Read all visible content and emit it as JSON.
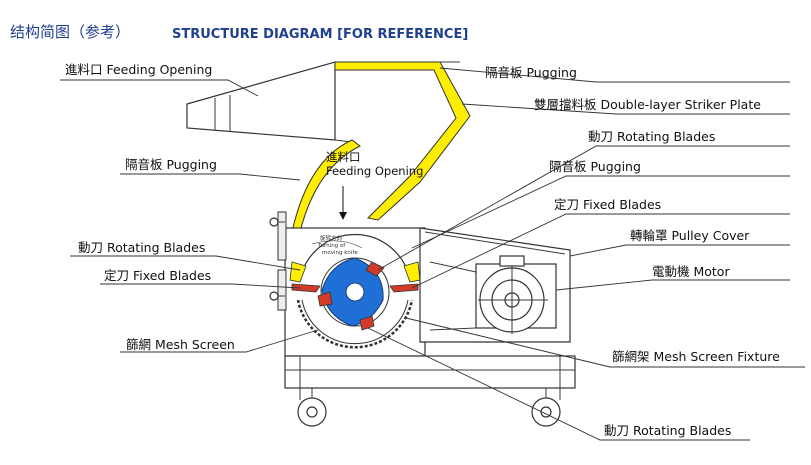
{
  "title": {
    "cn": "结构简图（参考）",
    "en": "STRUCTURE DIAGRAM [FOR REFERENCE]"
  },
  "labels": {
    "feeding_opening_top": "進料口 Feeding Opening",
    "pugging_left": "隔音板 Pugging",
    "rotating_blades_left": "動刀 Rotating Blades",
    "fixed_blades_left": "定刀 Fixed Blades",
    "mesh_screen": "篩網 Mesh Screen",
    "pugging_top_right": "隔音板 Pugging",
    "striker_plate": "雙層擋料板 Double-layer Striker Plate",
    "rotating_blades_right": "動刀 Rotating Blades",
    "pugging_right": "隔音板 Pugging",
    "fixed_blades_right": "定刀 Fixed Blades",
    "pulley_cover": "轉輪罩 Pulley Cover",
    "motor": "電動機 Motor",
    "mesh_screen_fixture": "篩網架 Mesh Screen Fixture",
    "rotating_blades_bottom": "動刀 Rotating Blades",
    "inner_feed_cn": "進料口",
    "inner_feed_en": "Feeding Opening",
    "rotation_note_cn": "旋转方向",
    "rotation_note_en": "Turning of",
    "rotation_note_en2": "moving knife"
  },
  "colors": {
    "title": "#1f3f8f",
    "pugging_yellow": "#ffee00",
    "rotor_blue": "#1f6fd6",
    "blade_red": "#d23a2a",
    "line": "#333333"
  }
}
